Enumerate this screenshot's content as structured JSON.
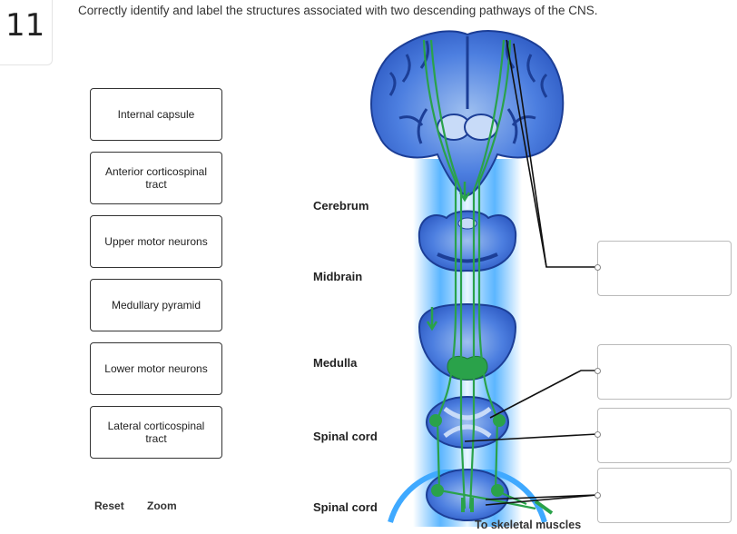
{
  "question": {
    "number": "11",
    "prompt": "Correctly identify and label the structures associated with two descending pathways of the CNS."
  },
  "label_bank": [
    {
      "text": "Internal capsule"
    },
    {
      "text": "Anterior corticospinal tract"
    },
    {
      "text": "Upper motor neurons"
    },
    {
      "text": "Medullary pyramid"
    },
    {
      "text": "Lower motor neurons"
    },
    {
      "text": "Lateral corticospinal tract"
    }
  ],
  "tools": {
    "reset": "Reset",
    "zoom": "Zoom"
  },
  "figure": {
    "regions": [
      "Cerebrum",
      "Midbrain",
      "Medulla",
      "Spinal cord",
      "Spinal cord"
    ],
    "muscle_label": "To skeletal muscles",
    "colors": {
      "tract": "#2aa24a",
      "tissue": "#3b6fd8",
      "glow": "#3fa9ff",
      "leader": "#111111"
    }
  },
  "drop_targets": [
    {
      "value": ""
    },
    {
      "value": ""
    },
    {
      "value": ""
    },
    {
      "value": ""
    }
  ]
}
